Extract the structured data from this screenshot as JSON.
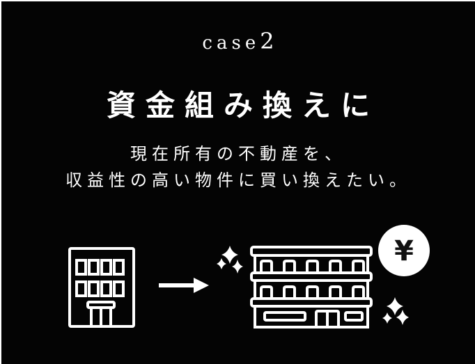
{
  "case": {
    "prefix": "case",
    "number": "2"
  },
  "title": "資金組み換えに",
  "description": {
    "line1": "現在所有の不動産を、",
    "line2": "収益性の高い物件に買い換えたい。"
  },
  "illustration": {
    "from_icon": "small-building-icon",
    "arrow_icon": "arrow-right-icon",
    "to_icon": "large-building-icon",
    "currency_badge": "¥",
    "sparkle_icons": [
      "sparkle-icon",
      "sparkle-icon"
    ]
  },
  "colors": {
    "background": "#040404",
    "foreground": "#ffffff",
    "border": "#ffffff"
  }
}
